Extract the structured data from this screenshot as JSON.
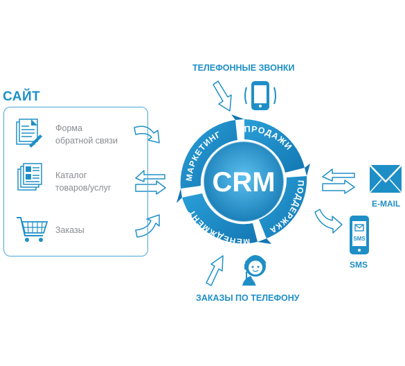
{
  "site": {
    "title": "САЙТ",
    "items": [
      {
        "line1": "Форма",
        "line2": "обратной связи",
        "icon": "form-document-icon"
      },
      {
        "line1": "Каталог",
        "line2": "товаров/услуг",
        "icon": "catalog-icon"
      },
      {
        "line1": "Заказы",
        "line2": "",
        "icon": "shopping-cart-icon"
      }
    ]
  },
  "center": {
    "label": "CRM",
    "segments": [
      "ПРОДАЖИ",
      "ПОДДЕРЖКА",
      "МЕНЕДЖМЕНТ",
      "МАРКЕТИНГ"
    ]
  },
  "channels": {
    "calls": "ТЕЛЕФОННЫЕ ЗВОНКИ",
    "phone_orders": "ЗАКАЗЫ ПО ТЕЛЕФОНУ",
    "email": "E-MAIL",
    "sms": "SMS",
    "sms_icon_text": "SMS"
  },
  "colors": {
    "primary": "#1e8fc6",
    "light": "#5ab4e0",
    "text_gray": "#888c91"
  }
}
